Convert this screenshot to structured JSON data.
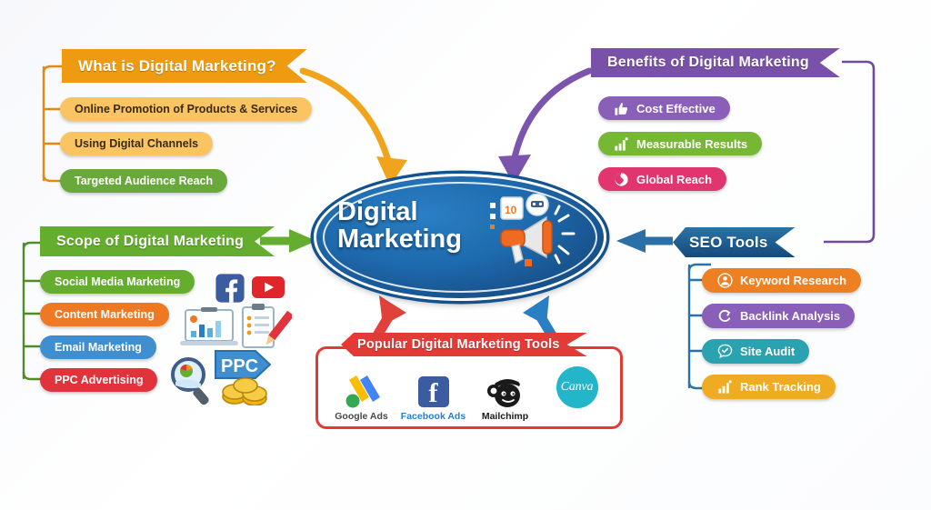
{
  "center": {
    "title_line1": "Digital",
    "title_line2": "Marketing",
    "icon": "megaphone-icon",
    "color": "#1e6aae"
  },
  "branches": {
    "what_is": {
      "heading": "What is Digital Marketing?",
      "color": "#ef9b11",
      "connector_color": "#e08a12",
      "arrow_color": "#f0a41c",
      "items": [
        {
          "label": "Online Promotion of Products & Services",
          "color": "#fbc462",
          "text_color": "#3a2a10"
        },
        {
          "label": "Using Digital Channels",
          "color": "#fbc462",
          "text_color": "#3a2a10"
        },
        {
          "label": "Targeted Audience Reach",
          "color": "#69a83b",
          "text_color": "#ffffff"
        }
      ]
    },
    "benefits": {
      "heading": "Benefits of Digital Marketing",
      "color": "#7a51a8",
      "connector_color": "#6f4aa0",
      "arrow_color": "#7b54ad",
      "items": [
        {
          "label": "Cost Effective",
          "color": "#8a5fb8",
          "icon": "thumbs-up-icon"
        },
        {
          "label": "Measurable Results",
          "color": "#76b833",
          "icon": "bar-chart-icon"
        },
        {
          "label": "Global Reach",
          "color": "#e0356f",
          "icon": "globe-icon"
        }
      ]
    },
    "scope": {
      "heading": "Scope of Digital Marketing",
      "color": "#65ad2e",
      "connector_color": "#4f8c2a",
      "arrow_color": "#65ad2e",
      "items": [
        {
          "label": "Social Media Marketing",
          "color": "#65ad2e",
          "icons": [
            "facebook-icon",
            "youtube-icon"
          ]
        },
        {
          "label": "Content Marketing",
          "color": "#ef7922",
          "icons": [
            "laptop-chart-icon",
            "clipboard-pencil-icon"
          ]
        },
        {
          "label": "Email Marketing",
          "color": "#3e8ed0",
          "icons": []
        },
        {
          "label": "PPC Advertising",
          "color": "#e0333b",
          "icons": [
            "magnifier-icon",
            "ppc-tag-icon",
            "coins-icon"
          ]
        }
      ]
    },
    "seo_tools": {
      "heading": "SEO Tools",
      "color": "#1b5c94",
      "connector_color": "#2a73a8",
      "arrow_color": "#2a6fa5",
      "items": [
        {
          "label": "Keyword Research",
          "color": "#ef8022",
          "icon": "person-search-icon"
        },
        {
          "label": "Backlink Analysis",
          "color": "#8a5fb8",
          "icon": "link-loop-icon"
        },
        {
          "label": "Site Audit",
          "color": "#2aa3b0",
          "icon": "chat-check-icon"
        },
        {
          "label": "Rank Tracking",
          "color": "#efab22",
          "icon": "bar-chart-up-icon"
        }
      ]
    },
    "popular_tools": {
      "heading": "Popular Digital Marketing Tools",
      "color": "#e23b35",
      "arrow_left_color": "#e0413b",
      "arrow_right_color": "#2a7fc4",
      "items": [
        {
          "label": "Google Ads",
          "icon": "google-ads-icon",
          "label_color": "#4a4a4a"
        },
        {
          "label": "Facebook Ads",
          "icon": "facebook-ads-icon",
          "label_color": "#2a7fc4"
        },
        {
          "label": "Mailchimp",
          "icon": "mailchimp-icon",
          "label_color": "#1a1a1a"
        },
        {
          "label": "Canva",
          "icon": "canva-icon",
          "label_color": "#ffffff"
        }
      ]
    }
  }
}
